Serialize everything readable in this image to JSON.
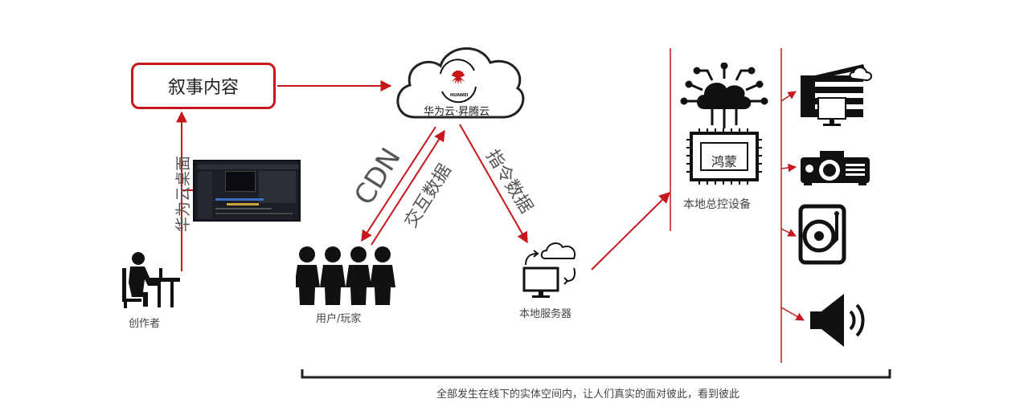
{
  "narrative_box": {
    "label": "叙事内容"
  },
  "cloud": {
    "brand": "HUAWEI",
    "label": "华为云·昇腾云"
  },
  "edge_labels": {
    "cloud_desktop": "华为云桌面",
    "cdn": "CDN",
    "interaction_data": "交互数据",
    "command_data": "指令数据"
  },
  "nodes": {
    "creator": "创作者",
    "users": "用户/玩家",
    "local_server": "本地服务器",
    "chip": "鸿蒙",
    "local_controller": "本地总控设备"
  },
  "devices": [
    "printer-icon",
    "projector-icon",
    "turntable-icon",
    "speaker-icon"
  ],
  "footer": {
    "caption": "全部发生在线下的实体空间内，让人们真实的面对彼此，看到彼此"
  },
  "colors": {
    "accent": "#c8161d",
    "icon": "#111111"
  }
}
